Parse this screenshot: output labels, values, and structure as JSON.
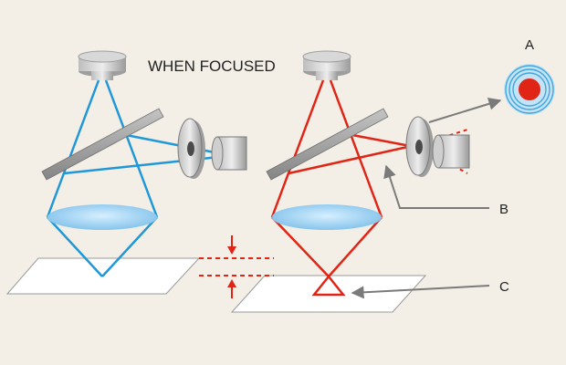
{
  "title": "WHEN FOCUSED",
  "labels": {
    "a": "A",
    "b": "B",
    "c": "C"
  },
  "colors": {
    "background": "#f3efe6",
    "beam_unfocused": "#1f97d8",
    "beam_focused": "#e02415",
    "lens": "#8ec9ee",
    "sample_plate": "#ffffff",
    "metal": "#8d8d8d",
    "leader_arrow": "#7a7a7a",
    "label_text": "#222222",
    "spot_center": "#e02415",
    "spot_rings": "#3fa7de"
  },
  "icons": {
    "objective": "objective-lens-icon",
    "camera": "camera-icon",
    "pinhole": "pinhole-aperture-icon",
    "mirror": "beam-splitter-icon",
    "spot": "focused-spot-icon"
  }
}
